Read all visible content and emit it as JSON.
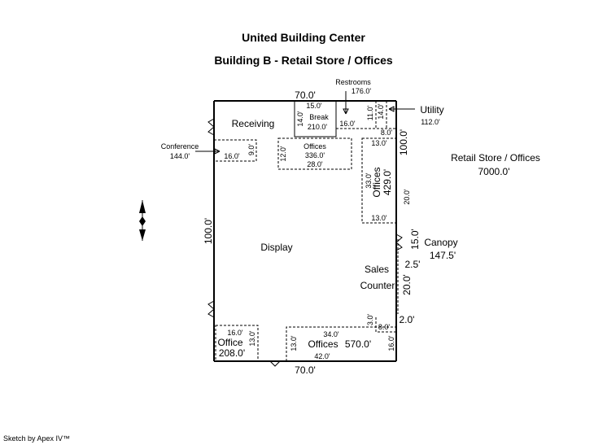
{
  "header": {
    "title": "United Building Center",
    "subtitle": "Building B - Retail Store / Offices"
  },
  "footer": {
    "credit": "Sketch by Apex IV™"
  },
  "dimensions": {
    "top_width": "70.0'",
    "bottom_width": "70.0'",
    "left_height": "100.0'",
    "right_height": "100.0'"
  },
  "building": {
    "label": "Retail Store / Offices",
    "area": "7000.0'"
  },
  "rooms": {
    "receiving": "Receiving",
    "display": "Display",
    "break": {
      "label": "Break",
      "area": "210.0'",
      "w": "15.0'",
      "h": "14.0'"
    },
    "restrooms": {
      "label": "Restrooms",
      "area": "176.0'",
      "w": "16.0'",
      "h": "11.0'"
    },
    "utility": {
      "label": "Utility",
      "area": "112.0'",
      "w": "8.0'",
      "h": "14.0'"
    },
    "conference": {
      "label": "Conference",
      "area": "144.0'",
      "w": "16.0'",
      "h": "9.0'"
    },
    "offices_center": {
      "label": "Offices",
      "area": "336.0'",
      "w": "28.0'",
      "h": "12.0'"
    },
    "offices_right": {
      "label": "Offices",
      "area": "429.0'",
      "w": "13.0'",
      "h": "33.0'",
      "bottom": "13.0'"
    },
    "office_bl": {
      "label": "Office",
      "area": "208.0'",
      "w": "16.0'",
      "h": "13.0'"
    },
    "offices_bottom": {
      "label": "Offices",
      "area": "570.0'",
      "w_top": "34.0'",
      "w_bottom": "42.0'",
      "h": "13.0'",
      "h_right": "16.0'"
    },
    "sales": {
      "line1": "Sales",
      "line2": "Counter"
    },
    "step": {
      "h": "3.0'",
      "w": "8.0'"
    }
  },
  "canopy": {
    "label": "Canopy",
    "area": "147.5'",
    "h": "15.0'",
    "gap": "2.5'",
    "h2": "20.0'",
    "w2": "2.0'",
    "right_h": "20.0'"
  }
}
